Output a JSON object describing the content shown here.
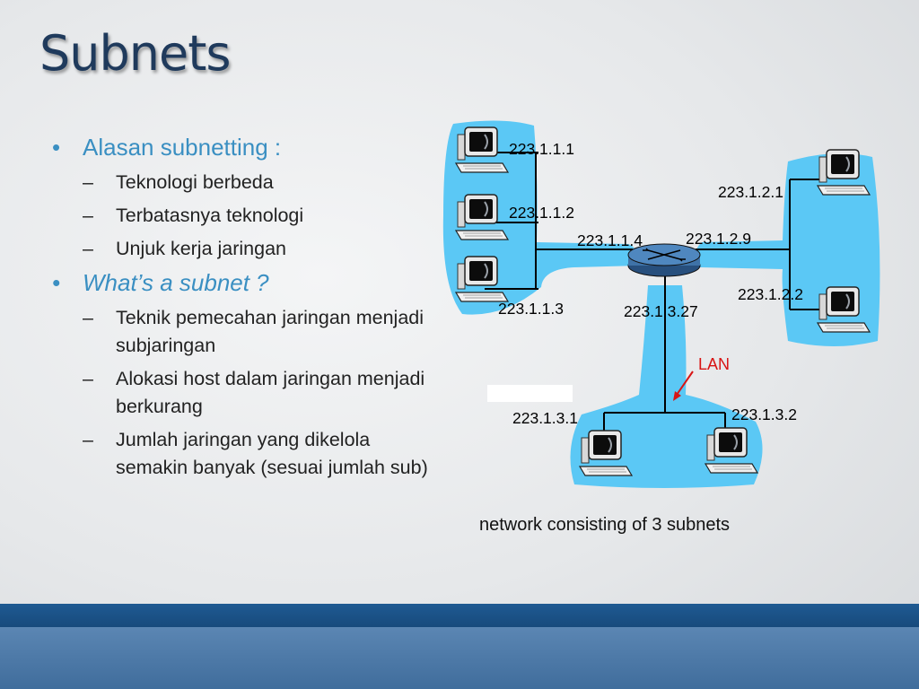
{
  "slide": {
    "title": "Subnets",
    "bullets": [
      {
        "text": "Alasan subnetting :",
        "subs": [
          "Teknologi berbeda",
          "Terbatasnya teknologi",
          "Unjuk kerja jaringan"
        ]
      },
      {
        "text": "What’s a subnet ?",
        "subs": [
          "Teknik pemecahan jaringan menjadi subjaringan",
          "Alokasi host dalam jaringan menjadi berkurang",
          "Jumlah jaringan yang dikelola semakin banyak (sesuai jumlah sub)"
        ]
      }
    ]
  },
  "diagram": {
    "labels": {
      "h111": "223.1.1.1",
      "h112": "223.1.1.2",
      "h113": "223.1.1.3",
      "r114": "223.1.1.4",
      "r129": "223.1.2.9",
      "h121": "223.1.2.1",
      "h122": "223.1.2.2",
      "r1327": "223.1.3.27",
      "h131": "223.1.3.1",
      "h132": "223.1.3.2",
      "lan": "LAN"
    },
    "caption": "network consisting of 3 subnets",
    "colors": {
      "subnet": "#5bc8f5",
      "router": "#3f73a8",
      "lan": "#d81414"
    }
  }
}
